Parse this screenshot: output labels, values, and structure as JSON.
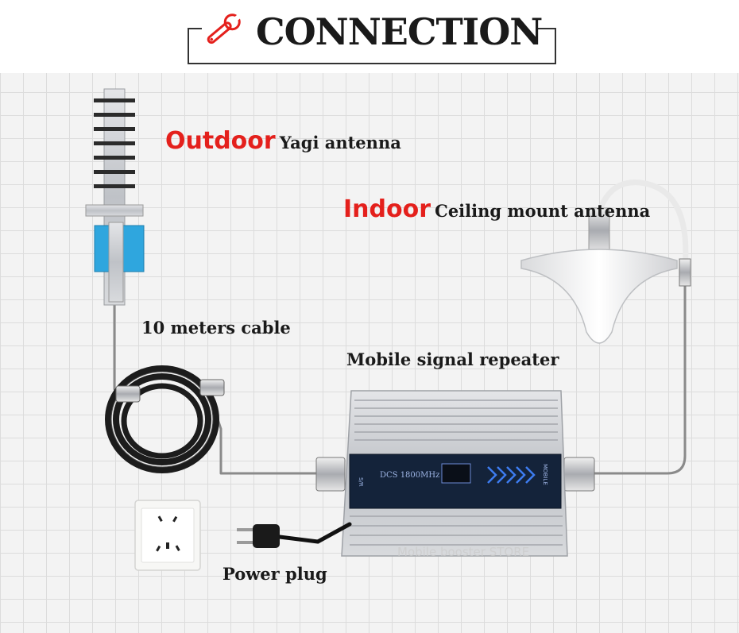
{
  "title": "CONNECTION",
  "labels": {
    "outdoor_word": "Outdoor",
    "outdoor_desc": "Yagi antenna",
    "indoor_word": "Indoor",
    "indoor_desc": "Ceiling mount antenna",
    "cable": "10 meters cable",
    "repeater": "Mobile signal repeater",
    "power": "Power plug"
  },
  "device": {
    "band_text": "DCS 1800MHz",
    "left_port": "S/R",
    "right_port": "MOBILE"
  },
  "watermark": "Mobile booster STORE",
  "colors": {
    "accent_red": "#e4201c",
    "cable_gray": "#8a8a8a",
    "device_silver": "#c9cbcf",
    "panel_dark": "#14233a",
    "indicator_blue": "#3d7cf0",
    "mount_blue": "#2fa6de"
  }
}
